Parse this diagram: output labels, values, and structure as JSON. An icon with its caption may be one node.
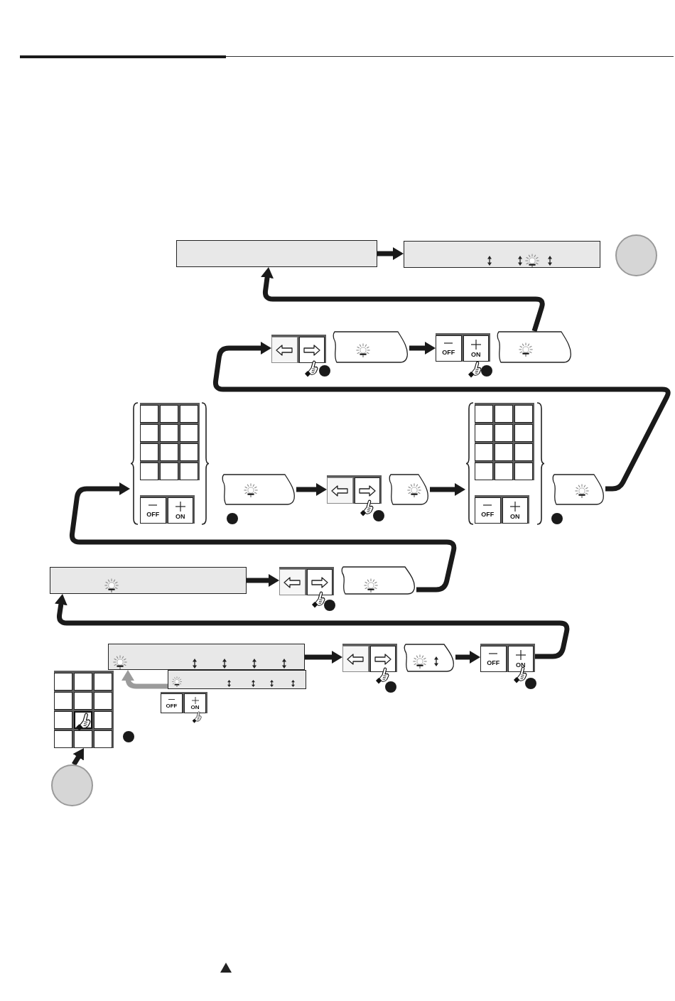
{
  "diagram": {
    "nodes": [
      {
        "text": [],
        "shape": "box"
      },
      {
        "text": [],
        "shape": "box"
      },
      {
        "text": [],
        "shape": "circle"
      },
      {
        "text": [],
        "shape": "box"
      },
      {
        "text": [],
        "shape": "box"
      },
      {
        "text": [
          "OFF",
          "ON"
        ]
      },
      {
        "text": [],
        "shape": "box"
      },
      {
        "text": [],
        "shape": "bracket"
      },
      {
        "text": [],
        "shape": "box",
        "in": 7
      },
      {
        "text": [
          "OFF",
          "ON"
        ],
        "in": 7
      },
      {
        "text": [],
        "shape": "box"
      },
      {
        "text": [],
        "shape": "box"
      },
      {
        "text": [],
        "shape": "box"
      },
      {
        "text": [],
        "shape": "bracket"
      },
      {
        "text": [],
        "shape": "box",
        "in": 13
      },
      {
        "text": [
          "OFF",
          "ON"
        ],
        "in": 13
      },
      {
        "text": [],
        "shape": "box"
      },
      {
        "text": [],
        "shape": "box"
      },
      {
        "text": [],
        "shape": "box"
      },
      {
        "text": [],
        "shape": "box"
      },
      {
        "text": [],
        "shape": "box"
      },
      {
        "text": [],
        "shape": "box"
      },
      {
        "text": [],
        "shape": "box"
      },
      {
        "text": [
          "OFF",
          "ON"
        ]
      },
      {
        "text": [],
        "shape": "box"
      },
      {
        "text": [
          "OFF",
          "ON"
        ]
      },
      {
        "text": [],
        "shape": "box"
      },
      {
        "text": [],
        "shape": "circle"
      }
    ],
    "edges": [
      {
        "from": 27,
        "to": 26,
        "arrow": "to"
      },
      {
        "from": 24,
        "to": 20,
        "arrow": "to",
        "color": "#9b9b9b"
      },
      {
        "from": 20,
        "to": 21,
        "arrow": "to"
      },
      {
        "from": 22,
        "to": 23,
        "arrow": "to"
      },
      {
        "from": 23,
        "to": 17,
        "arrow": "to"
      },
      {
        "from": 17,
        "to": 18,
        "arrow": "to"
      },
      {
        "from": 19,
        "to": 7,
        "arrow": "to"
      },
      {
        "from": 10,
        "to": 11,
        "arrow": "to"
      },
      {
        "from": 12,
        "to": 13,
        "arrow": "to"
      },
      {
        "from": 16,
        "to": 3,
        "arrow": "to"
      },
      {
        "from": 4,
        "to": 5,
        "arrow": "to"
      },
      {
        "from": 6,
        "to": 0,
        "arrow": "to"
      },
      {
        "from": 0,
        "to": 1,
        "arrow": "to"
      }
    ]
  }
}
